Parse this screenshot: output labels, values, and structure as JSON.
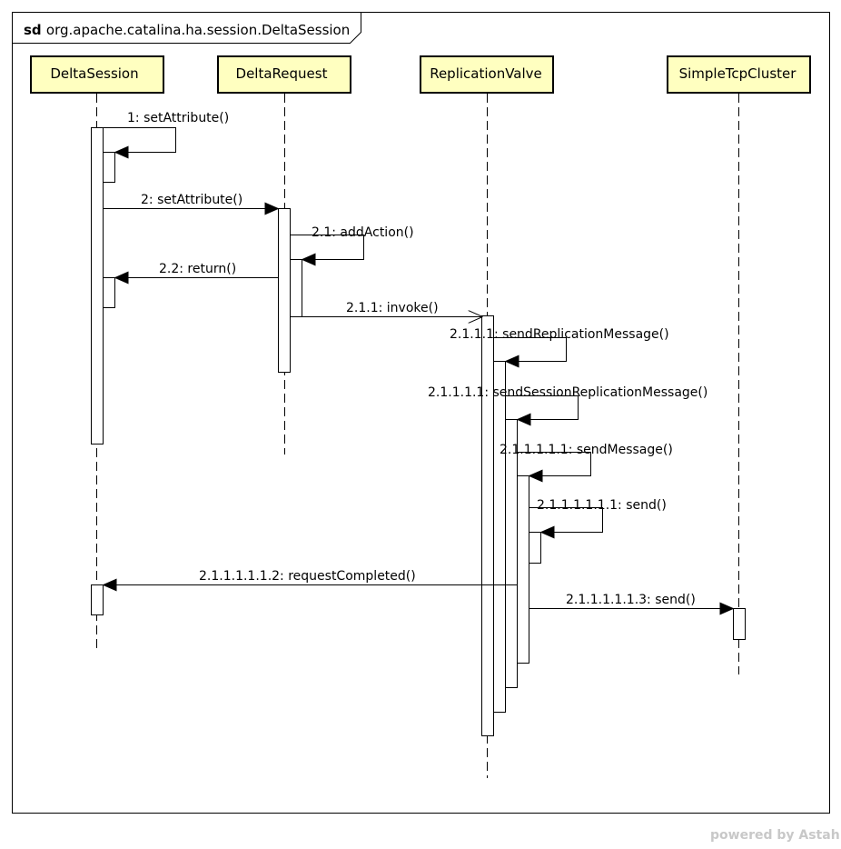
{
  "frame": {
    "keyword": "sd",
    "name": "org.apache.catalina.ha.session.DeltaSession"
  },
  "lifelines": [
    {
      "id": "ds",
      "label": "DeltaSession"
    },
    {
      "id": "dr",
      "label": "DeltaRequest"
    },
    {
      "id": "rv",
      "label": "ReplicationValve"
    },
    {
      "id": "stc",
      "label": "SimpleTcpCluster"
    }
  ],
  "messages": [
    {
      "label": "1: setAttribute()",
      "from": "ds",
      "to": "ds",
      "kind": "self-call"
    },
    {
      "label": "2: setAttribute()",
      "from": "ds",
      "to": "dr",
      "kind": "sync-call"
    },
    {
      "label": "2.1: addAction()",
      "from": "dr",
      "to": "dr",
      "kind": "self-call"
    },
    {
      "label": "2.2: return()",
      "from": "dr",
      "to": "ds",
      "kind": "sync-call"
    },
    {
      "label": "2.1.1: invoke()",
      "from": "dr",
      "to": "rv",
      "kind": "async-call"
    },
    {
      "label": "2.1.1.1: sendReplicationMessage()",
      "from": "rv",
      "to": "rv",
      "kind": "self-call"
    },
    {
      "label": "2.1.1.1.1: sendSessionReplicationMessage()",
      "from": "rv",
      "to": "rv",
      "kind": "self-call"
    },
    {
      "label": "2.1.1.1.1.1: sendMessage()",
      "from": "rv",
      "to": "rv",
      "kind": "self-call"
    },
    {
      "label": "2.1.1.1.1.1.1: send()",
      "from": "rv",
      "to": "rv",
      "kind": "self-call"
    },
    {
      "label": "2.1.1.1.1.1.2: requestCompleted()",
      "from": "rv",
      "to": "ds",
      "kind": "sync-call"
    },
    {
      "label": "2.1.1.1.1.1.3: send()",
      "from": "rv",
      "to": "stc",
      "kind": "sync-call"
    }
  ],
  "colors": {
    "lifeline_fill": "#ffffc0",
    "line": "#000000",
    "activation_fill": "#ffffff"
  },
  "footer": {
    "brand": "powered by Astah"
  }
}
